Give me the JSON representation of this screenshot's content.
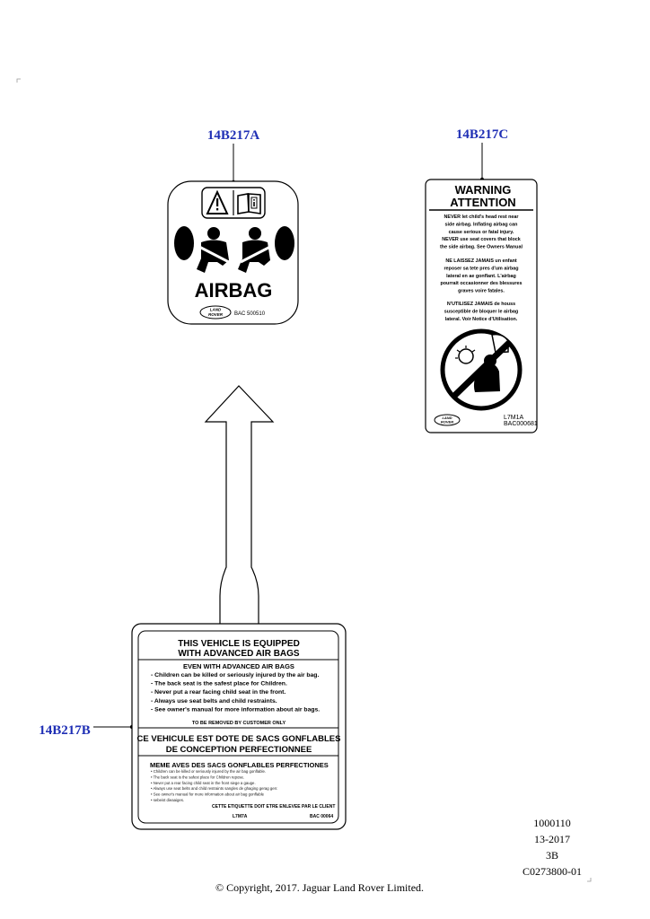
{
  "callouts": {
    "a": "14B217A",
    "b": "14B217B",
    "c": "14B217C"
  },
  "label_a": {
    "warning_icon": "warning-triangle-icon",
    "manual_icon": "owners-manual-icon",
    "airbag_text": "AIRBAG",
    "logo_line1": "LAND",
    "logo_line2": "ROVER",
    "part_no": "BAC 500510"
  },
  "label_c": {
    "title1": "WARNING",
    "title2": "ATTENTION",
    "en_lines": [
      "NEVER let child's head rest near",
      "side airbag. Inflating airbag can",
      "cause serious or fatal injury.",
      "NEVER use seat covers that block",
      "the side airbag.  See Owners Manual"
    ],
    "fr1_lines": [
      "NE LAISSEZ JAMAIS un enfant",
      "reposer sa tete pres d'um airbag",
      "lateral en ae gonflant. L'airbag",
      "pourrait occasionner des blessures",
      "graves voire fatales."
    ],
    "fr2_lines": [
      "N'UTILISEZ JAMAIS de houss",
      "susceptible de bloquer le airbag",
      "lateral.  Voir Notice d'Utilisation."
    ],
    "prohibited_icon": "no-child-near-airbag-icon",
    "logo_line1": "LAND",
    "logo_line2": "ROVER",
    "code1": "L7M1A",
    "code2": "BAC000681"
  },
  "label_b": {
    "heading1": "THIS VEHICLE IS EQUIPPED",
    "heading2": "WITH ADVANCED AIR BAGS",
    "subheading": "EVEN WITH ADVANCED AIR BAGS",
    "bullets": [
      "- Children can be killed or seriously injured by the air bag.",
      "- The back seat is the safest place for Children.",
      "- Never put a rear facing child seat in the front.",
      "- Always use seat belts and child restraints.",
      "- See owner's manual for more information about air bags."
    ],
    "remove_note": "TO BE REMOVED BY CUSTOMER ONLY",
    "fr_heading1": "CE VEHICULE EST DOTE DE SACS GONFLABLES",
    "fr_heading2": "DE CONCEPTION PERFECTIONNEE",
    "fr_subheading": "MEME AVES DES SACS GONFLABLES PERFECTIONES",
    "fr_bullets": [
      "• Children can be killed or seriously injured by the air bag gonflable.",
      "• The back seat is the safest place for Children repose.",
      "• Never put a rear facing child seat in the front siege a gauge.",
      "• Always use seat belts and child restraints sangles de ghaging gerag gerr.",
      "• See owner's manual for more information about air bag gonflable",
      "• sebeist dieaaiges."
    ],
    "fr_remove_note": "CETTE ETIQUETTE DOIT ETRE ENLEVEE PAR LE CLIENT",
    "code_left": "L7M7A",
    "code_right": "BAC 00064"
  },
  "footer": {
    "ref1": "1000110",
    "ref2": "13-2017",
    "ref3": "3B",
    "ref4": "C0273800-01",
    "copyright": "© Copyright, 2017. Jaguar Land Rover Limited."
  }
}
